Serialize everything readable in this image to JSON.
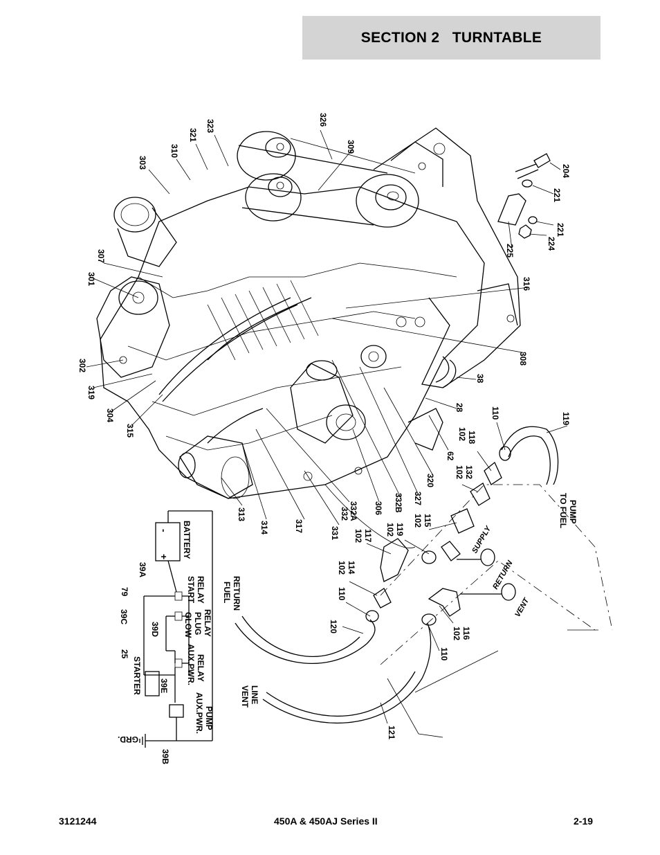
{
  "header": {
    "title": "SECTION 2   TURNTABLE"
  },
  "footer": {
    "doc_number": "3121244",
    "model": "450A & 450AJ Series II",
    "page": "2-19"
  },
  "callouts": {
    "c326": "326",
    "c323": "323",
    "c321": "321",
    "c310": "310",
    "c303": "303",
    "c309": "309",
    "c204": "204",
    "c221a": "221",
    "c221b": "221",
    "c224": "224",
    "c225": "225",
    "c307": "307",
    "c301": "301",
    "c316": "316",
    "c302": "302",
    "c308": "308",
    "c319": "319",
    "c304": "304",
    "c38": "38",
    "c315": "315",
    "c28": "28",
    "c110a": "110",
    "c119a": "119",
    "c62": "62",
    "c320": "320",
    "c327": "327",
    "c332B": "332B",
    "c306": "306",
    "c332": "332",
    "c332A": "332A",
    "c331": "331",
    "c317": "317",
    "c314": "314",
    "c313": "313",
    "c102a": "102",
    "c118": "118",
    "c102b": "102",
    "c132": "132",
    "c102c": "102",
    "c115": "115",
    "c102d": "102",
    "c119b": "119",
    "c102e": "102",
    "c117": "117",
    "c102f": "102",
    "c114": "114",
    "c110b": "110",
    "c120": "120",
    "c102g": "102",
    "c116": "116",
    "c110c": "110",
    "c121": "121",
    "c39A": "39A",
    "c79": "79",
    "c39C": "39C",
    "c39D": "39D",
    "c25": "25",
    "c39E": "39E",
    "c39B": "39B"
  },
  "labels": {
    "to_fuel": "TO FUEL",
    "pump": "PUMP",
    "fuel": "FUEL",
    "return": "RETURN",
    "vent": "VENT",
    "line": "LINE",
    "supply_port": "SUPPLY",
    "return_port": "RETURN",
    "vent_port": "VENT",
    "battery": "BATTERY",
    "start": "START",
    "relay1": "RELAY",
    "glow": "GLOW",
    "plug": "PLUG",
    "relay2": "RELAY",
    "auxpwr1": "AUX.PWR.",
    "relay3": "RELAY",
    "starter": "STARTER",
    "auxpwr2": "AUX.PWR.",
    "pump2": "PUMP",
    "grd": "GRD.",
    "plus": "+",
    "minus": "-"
  }
}
